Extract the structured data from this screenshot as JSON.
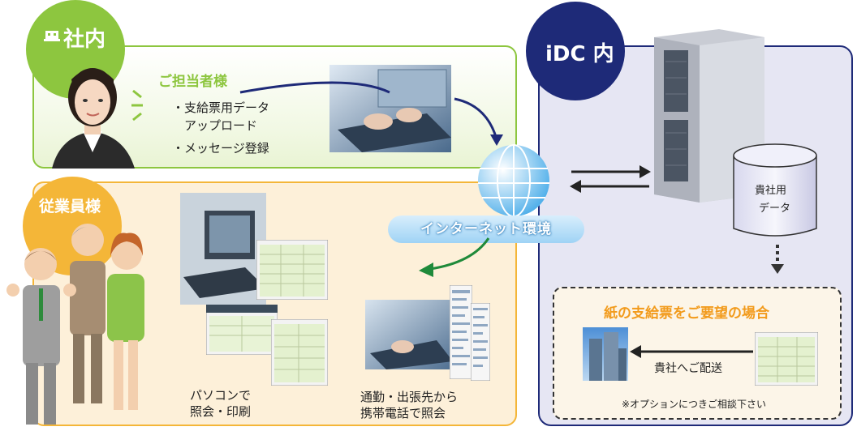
{
  "office": {
    "badge_icon": "building-icon",
    "badge_label": "社内",
    "person_title": "ご担当者様",
    "bullets": [
      "・支給票用データ",
      "　アップロード",
      "・メッセージ登録"
    ]
  },
  "employees": {
    "badge_label": "従業員様",
    "pc_caption": [
      "パソコンで",
      "照会・印刷"
    ],
    "mobile_caption": [
      "通勤・出張先から",
      "携帯電話で照会"
    ]
  },
  "internet": {
    "label": "インターネット環境"
  },
  "idc": {
    "badge_label": "iDC 内",
    "db_label": [
      "貴社用",
      "データ"
    ],
    "paper_title": "紙の支給票をご要望の場合",
    "delivery_label": "貴社へご配送",
    "note": "※オプションにつきご相談下さい"
  },
  "colors": {
    "office_green": "#8dc63f",
    "employee_orange": "#f4b638",
    "idc_navy": "#1e2a78",
    "arrow_navy": "#1e2a78",
    "arrow_green": "#1f8a3a"
  }
}
